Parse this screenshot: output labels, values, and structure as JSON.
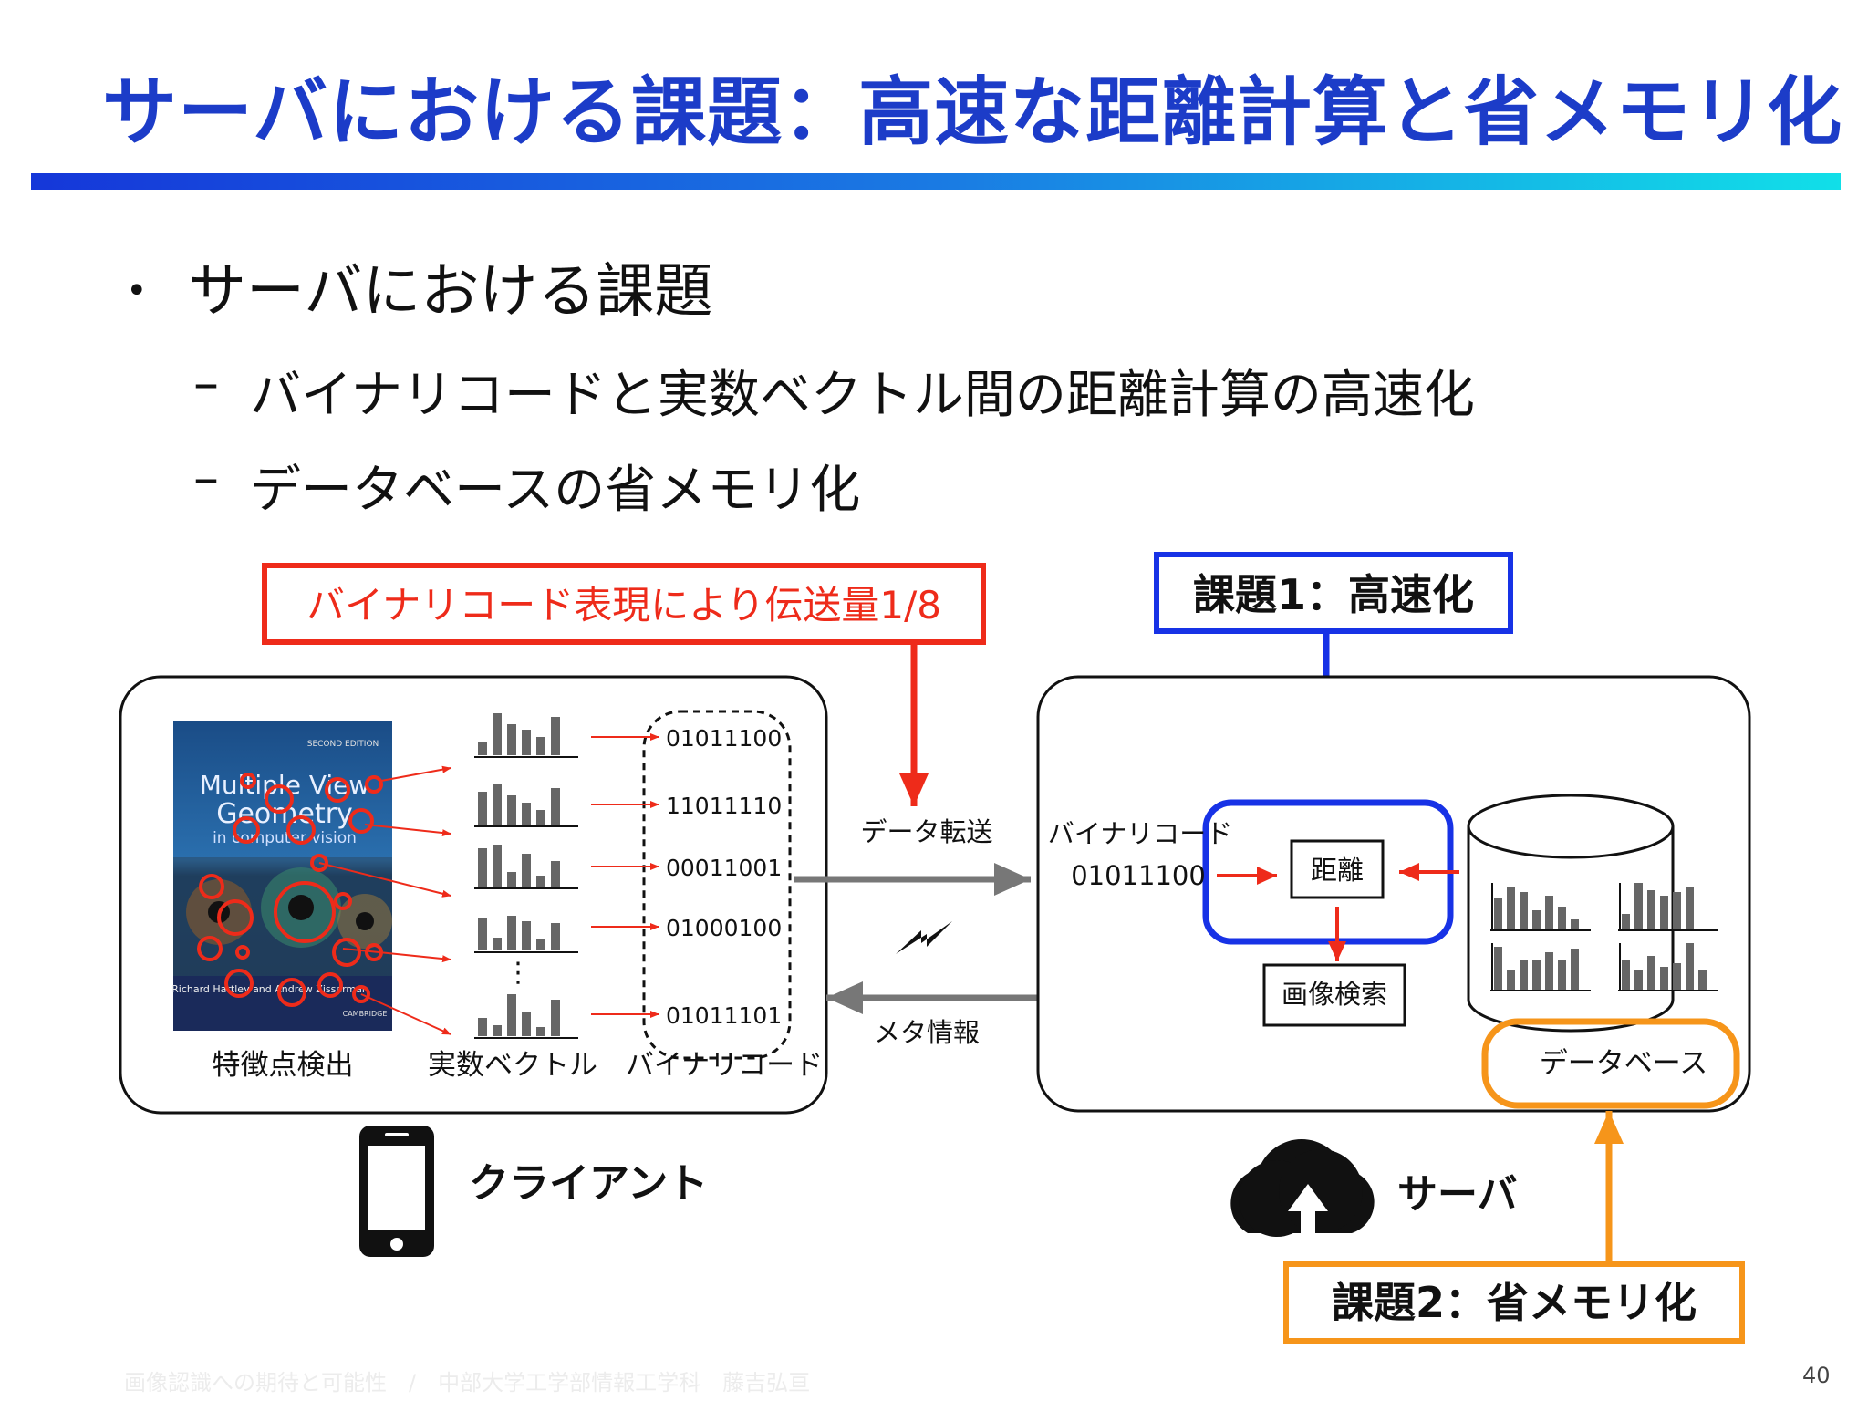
{
  "slide": {
    "title": "サーバにおける課題：高速な距離計算と省メモリ化",
    "bullet": "サーバにおける課題",
    "sub_bullets": [
      "バイナリコードと実数ベクトル間の距離計算の高速化",
      "データベースの省メモリ化"
    ],
    "footer": "画像認識への期待と可能性　/　中部大学工学部情報工学科　藤吉弘亘",
    "page_number": "40"
  },
  "diagram": {
    "callout_transfer": "バイナリコード表現により伝送量1/8",
    "callout_issue1": "課題1：高速化",
    "callout_issue2": "課題2：省メモリ化",
    "book": {
      "edition": "SECOND EDITION",
      "title_line1": "Multiple View",
      "title_line2": "Geometry",
      "title_line3": "in computer vision",
      "authors": "Richard Hartley and Andrew Zisserman",
      "publisher": "CAMBRIDGE"
    },
    "binary_codes": [
      "01011100",
      "11011110",
      "00011001",
      "01000100",
      "01011101"
    ],
    "vertical_ellipsis": "⋮",
    "client_labels": {
      "keypoints": "特徴点検出",
      "real_vector": "実数ベクトル",
      "binary_code": "バイナリコード"
    },
    "transfer_label": "データ転送",
    "meta_label": "メタ情報",
    "server": {
      "query_label": "バイナリコード",
      "query_code": "01011100",
      "distance_label": "距離",
      "search_label": "画像検索",
      "database_label": "データベース"
    },
    "client_name": "クライアント",
    "server_name": "サーバ",
    "colors": {
      "title_blue": "#1c3cc8",
      "red": "#ee2b1a",
      "blue": "#1732e6",
      "orange": "#f6951a",
      "gray_arrow": "#777777"
    }
  }
}
